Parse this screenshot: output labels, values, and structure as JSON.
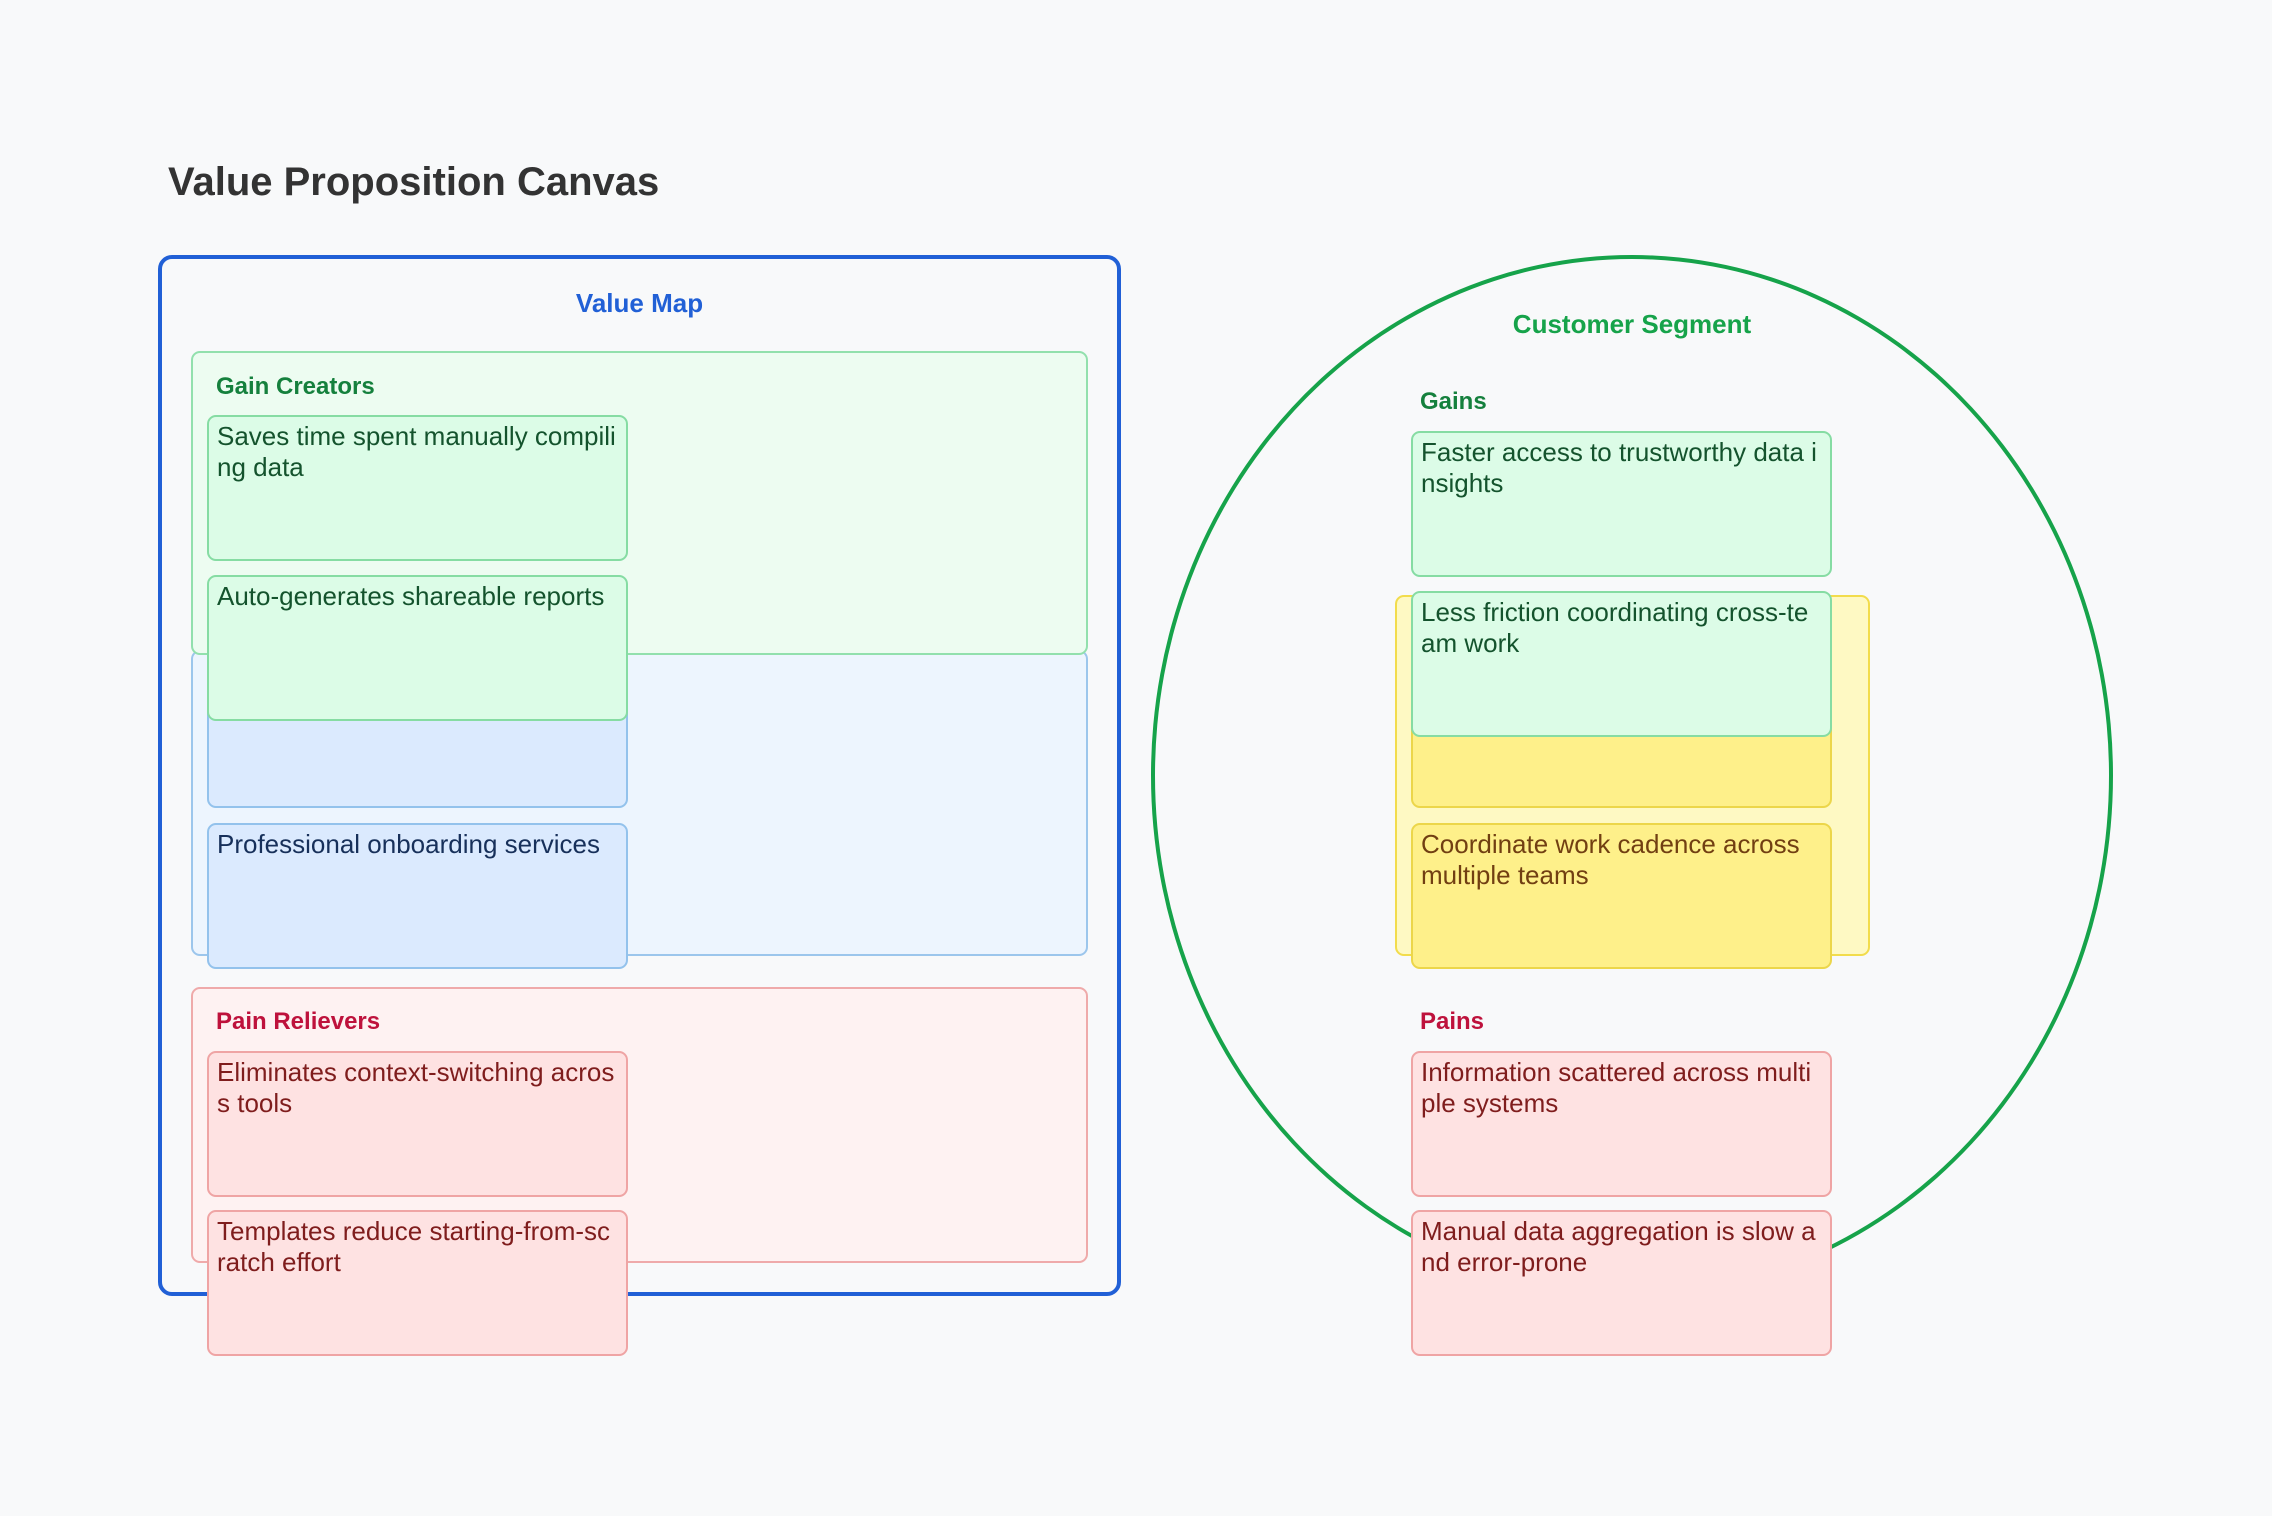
{
  "title": "Value Proposition Canvas",
  "value_map": {
    "label": "Value Map",
    "products_services": {
      "items": [
        "",
        "Professional onboarding services"
      ]
    },
    "gain_creators": {
      "label": "Gain Creators",
      "items": [
        "Saves time spent manually compiling data",
        "Auto-generates shareable reports"
      ]
    },
    "pain_relievers": {
      "label": "Pain Relievers",
      "items": [
        "Eliminates context-switching across tools",
        "Templates reduce starting-from-scratch effort"
      ]
    }
  },
  "customer_segment": {
    "label": "Customer Segment",
    "gains": {
      "label": "Gains",
      "items": [
        "Faster access to trustworthy data insights",
        "Less friction coordinating cross-team work"
      ]
    },
    "jobs": {
      "items": [
        "",
        "Coordinate work cadence across multiple teams"
      ]
    },
    "pains": {
      "label": "Pains",
      "items": [
        "Information scattered across multiple systems",
        "Manual data aggregation is slow and error-prone"
      ]
    }
  },
  "colors": {
    "value_map": "#2160d6",
    "customer_segment": "#16a34a",
    "gain": "#15803d",
    "pain": "#be123c",
    "products": "#93c2ec",
    "jobs": "#f2dc4c"
  }
}
